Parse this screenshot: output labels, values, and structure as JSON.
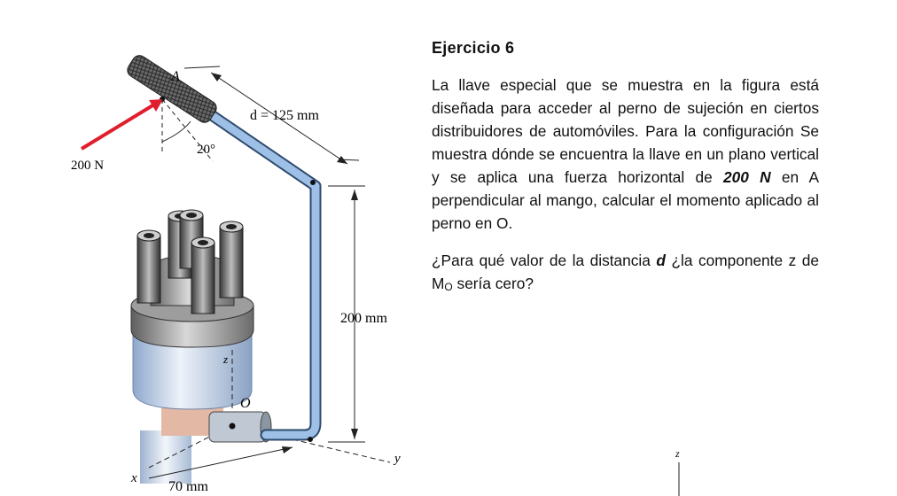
{
  "exercise": {
    "title": "Ejercicio 6",
    "paragraph1": {
      "before": "La llave especial que se muestra en la figura está diseñada para acceder al perno de sujeción en ciertos distribuidores de automóviles. Para la configuración Se muestra dónde se encuentra la llave en un plano vertical y se aplica una fuerza horizontal de ",
      "emphasis": "200 N",
      "after": " en A perpendicular al mango, calcular el momento aplicado al perno en O."
    },
    "paragraph2": {
      "before": "¿Para qué valor de la distancia ",
      "emphasis": "d",
      "middle": " ¿la componente z de M",
      "subscript": "O",
      "after": " sería cero?"
    }
  },
  "figure": {
    "point_A": "A",
    "point_O": "O",
    "force": "200 N",
    "angle": "20°",
    "distance_d": "d = 125 mm",
    "dim_200": "200 mm",
    "dim_70": "70 mm",
    "axis_x": "x",
    "axis_y": "y",
    "axis_z": "z",
    "axis_z_corner": "z",
    "colors": {
      "wrench": "#8fb4dc",
      "force_arrow": "#e01e2d",
      "cap_gray": "#8a8a8a",
      "body_blue": "#b9cde8"
    }
  }
}
